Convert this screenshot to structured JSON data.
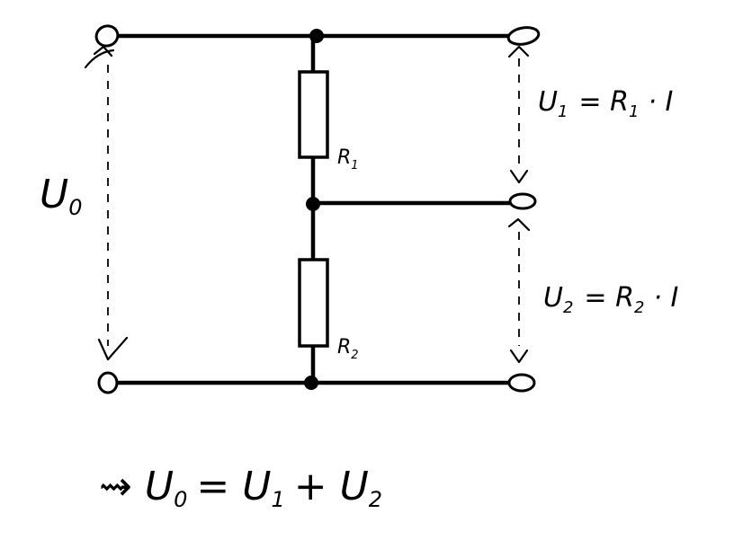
{
  "labels": {
    "u0": "U",
    "u0_sub": "0",
    "r1": "R",
    "r1_sub": "1",
    "r2": "R",
    "r2_sub": "2",
    "v1_eq_left": "U",
    "v1_eq_left_sub": "1",
    "v1_eq_right": "= R",
    "v1_eq_right_sub": "1",
    "v1_eq_tail": "· I",
    "v2_eq_left": "U",
    "v2_eq_left_sub": "2",
    "v2_eq_right": "= R",
    "v2_eq_right_sub": "2",
    "v2_eq_tail": "· I"
  },
  "conclusion": {
    "arrow": "⇝",
    "lhs": "U",
    "lhs_sub": "0",
    "mid": "= U",
    "mid_sub": "1",
    "plus": "+ U",
    "plus_sub": "2"
  }
}
